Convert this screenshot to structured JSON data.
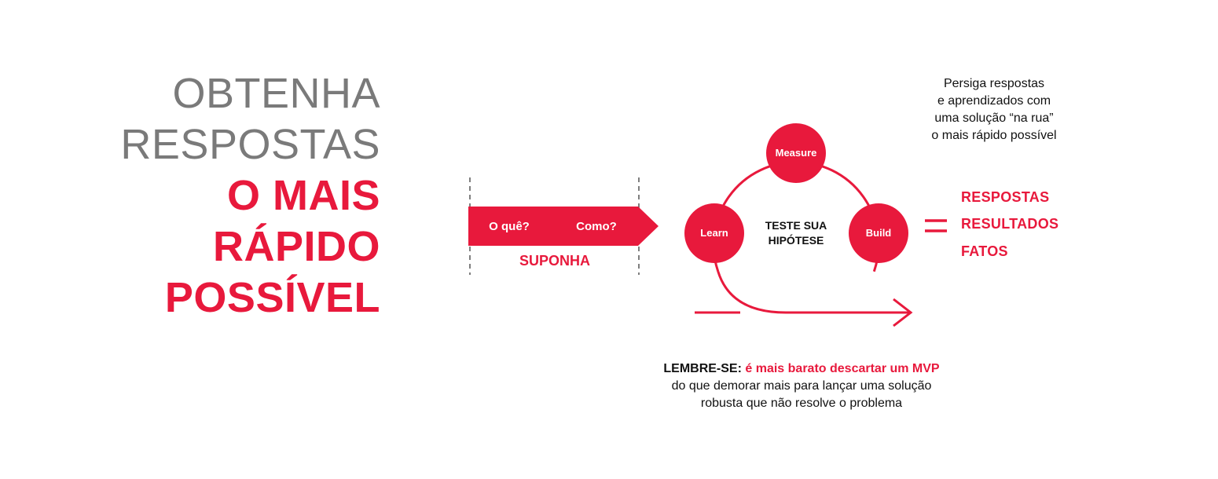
{
  "headline": {
    "line1": "OBTENHA",
    "line2": "RESPOSTAS",
    "line3": "O MAIS",
    "line4": "RÁPIDO",
    "line5": "POSSÍVEL"
  },
  "assume_arrow": {
    "what": "O quê?",
    "how": "Como?",
    "caption": "SUPONHA"
  },
  "cycle": {
    "measure": "Measure",
    "learn": "Learn",
    "build": "Build",
    "center_line1": "TESTE SUA",
    "center_line2": "HIPÓTESE"
  },
  "side_note": {
    "line1": "Persiga respostas",
    "line2": "e aprendizados com",
    "line3": "uma solução “na rua”",
    "line4": "o mais rápido possível"
  },
  "results": {
    "equals": "=",
    "item1": "RESPOSTAS",
    "item2": "RESULTADOS",
    "item3": "FATOS"
  },
  "reminder": {
    "keyword": "LEMBRE-SE:",
    "highlight": "é mais barato descartar um MVP",
    "line2": "do que demorar mais para lançar uma solução",
    "line3": "robusta que não resolve o problema"
  },
  "colors": {
    "accent": "#e8193c",
    "gray_text": "#7a7a7a",
    "dark_text": "#111111"
  }
}
